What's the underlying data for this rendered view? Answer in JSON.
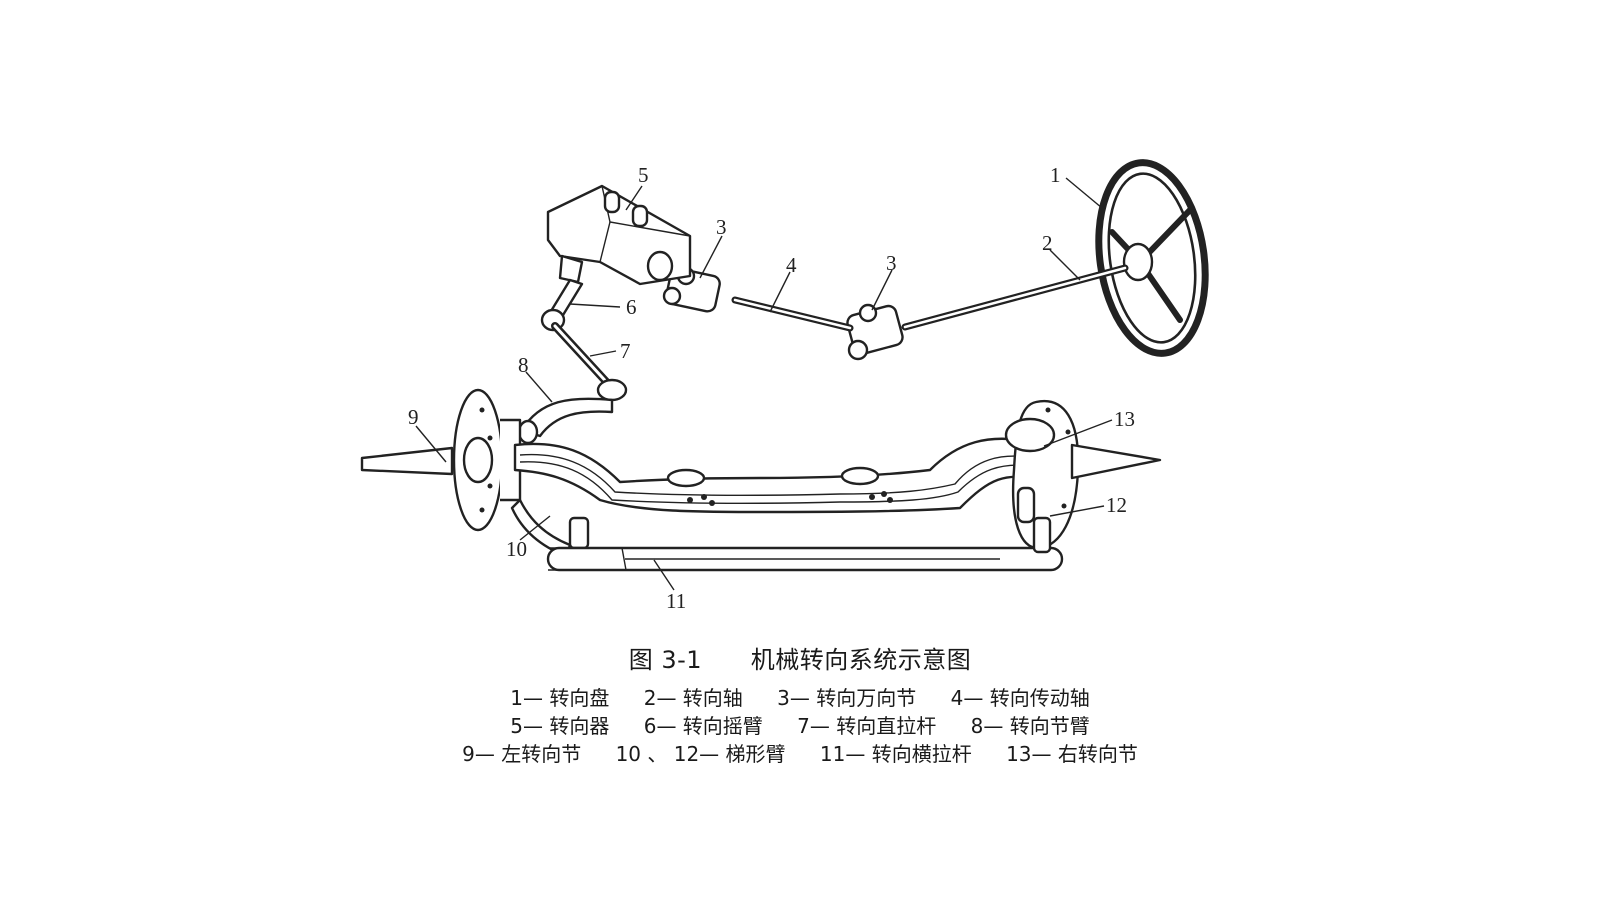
{
  "labels": {
    "l1": "1",
    "l2": "2",
    "l3a": "3",
    "l3b": "3",
    "l4": "4",
    "l5": "5",
    "l6": "6",
    "l7": "7",
    "l8": "8",
    "l9": "9",
    "l10": "10",
    "l11": "11",
    "l12": "12",
    "l13": "13"
  },
  "caption": {
    "figure_no": "图 3-1",
    "title": "机械转向系统示意图"
  },
  "legend": {
    "rows": [
      [
        "1— 转向盘",
        "2— 转向轴",
        "3— 转向万向节",
        "4— 转向传动轴"
      ],
      [
        "5— 转向器",
        "6— 转向摇臂",
        "7— 转向直拉杆",
        "8— 转向节臂"
      ],
      [
        "9— 左转向节",
        "10 、 12— 梯形臂",
        "11— 转向横拉杆",
        "13— 右转向节"
      ]
    ]
  }
}
